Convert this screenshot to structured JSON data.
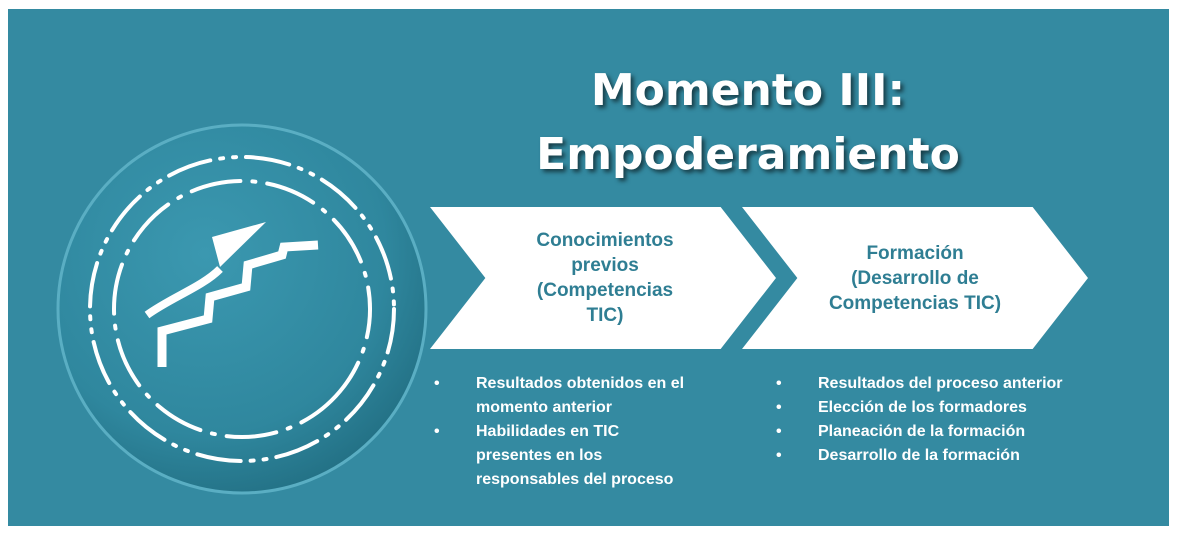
{
  "title": {
    "line1": "Momento III:",
    "line2": "Empoderamiento"
  },
  "emblem": {
    "icon": "rising-stairs-arrow-icon"
  },
  "steps": [
    {
      "heading_lines": [
        "Conocimientos",
        "previos",
        "(Competencias",
        "TIC)"
      ],
      "bullets": [
        {
          "lines": [
            "Resultados obtenidos en el",
            "momento anterior"
          ]
        },
        {
          "lines": [
            "Habilidades en TIC",
            "presentes en los",
            "responsables del proceso"
          ]
        }
      ]
    },
    {
      "heading_lines": [
        "Formación",
        "(Desarrollo de",
        "Competencias TIC)"
      ],
      "bullets": [
        {
          "lines": [
            "Resultados del proceso anterior"
          ]
        },
        {
          "lines": [
            "Elección de los formadores"
          ]
        },
        {
          "lines": [
            "Planeación de la formación"
          ]
        },
        {
          "lines": [
            "Desarrollo de la formación"
          ]
        }
      ]
    }
  ],
  "colors": {
    "background": "#348aa1",
    "chevron_fill": "#ffffff",
    "chevron_text": "#2f7e93",
    "text_light": "#ffffff"
  }
}
